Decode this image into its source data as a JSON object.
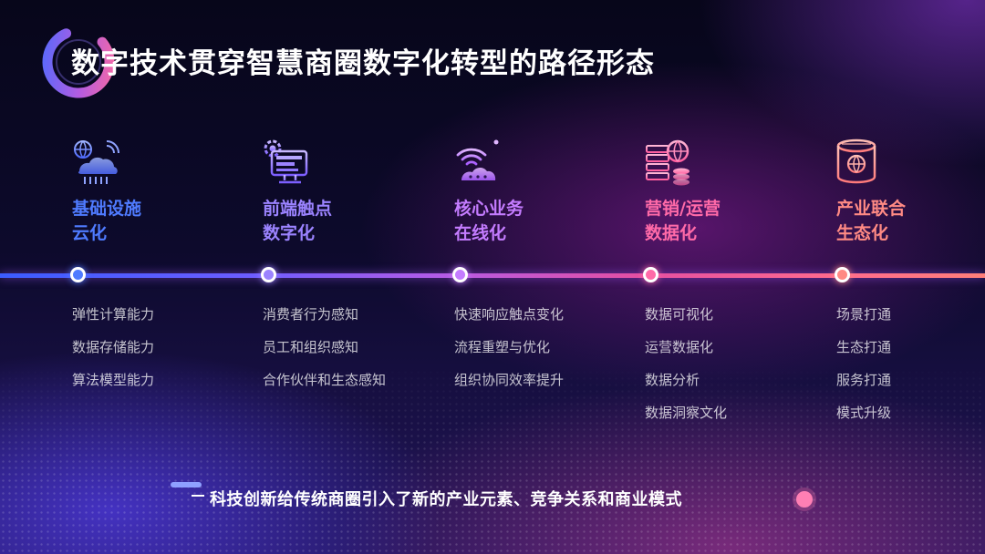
{
  "title": "数字技术贯穿智慧商圈数字化转型的路径形态",
  "stages": [
    {
      "icon": "cloud-globe-icon",
      "title_line1": "基础设施",
      "title_line2": "云化",
      "color": "#4f7bff",
      "items": [
        "弹性计算能力",
        "数据存储能力",
        "算法模型能力"
      ]
    },
    {
      "icon": "monitor-gear-icon",
      "title_line1": "前端触点",
      "title_line2": "数字化",
      "color": "#9b83ff",
      "items": [
        "消费者行为感知",
        "员工和组织感知",
        "合作伙伴和生态感知"
      ]
    },
    {
      "icon": "wifi-cloud-icon",
      "title_line1": "核心业务",
      "title_line2": "在线化",
      "color": "#c47cff",
      "items": [
        "快速响应触点变化",
        "流程重塑与优化",
        "组织协同效率提升"
      ]
    },
    {
      "icon": "server-globe-icon",
      "title_line1": "营销/运营",
      "title_line2": "数据化",
      "color": "#ff6aa8",
      "items": [
        "数据可视化",
        "运营数据化",
        "数据分析",
        "数据洞察文化"
      ]
    },
    {
      "icon": "globe-cylinder-icon",
      "title_line1": "产业联合",
      "title_line2": "生态化",
      "color": "#ff8a84",
      "items": [
        "场景打通",
        "生态打通",
        "服务打通",
        "模式升级"
      ]
    }
  ],
  "bottom_text": "科技创新给传统商圈引入了新的产业元素、竞争关系和商业模式",
  "colors": {
    "accent_blue": "#3b5cff",
    "accent_pink": "#ff6b8d",
    "background": "#0d0a2c"
  }
}
